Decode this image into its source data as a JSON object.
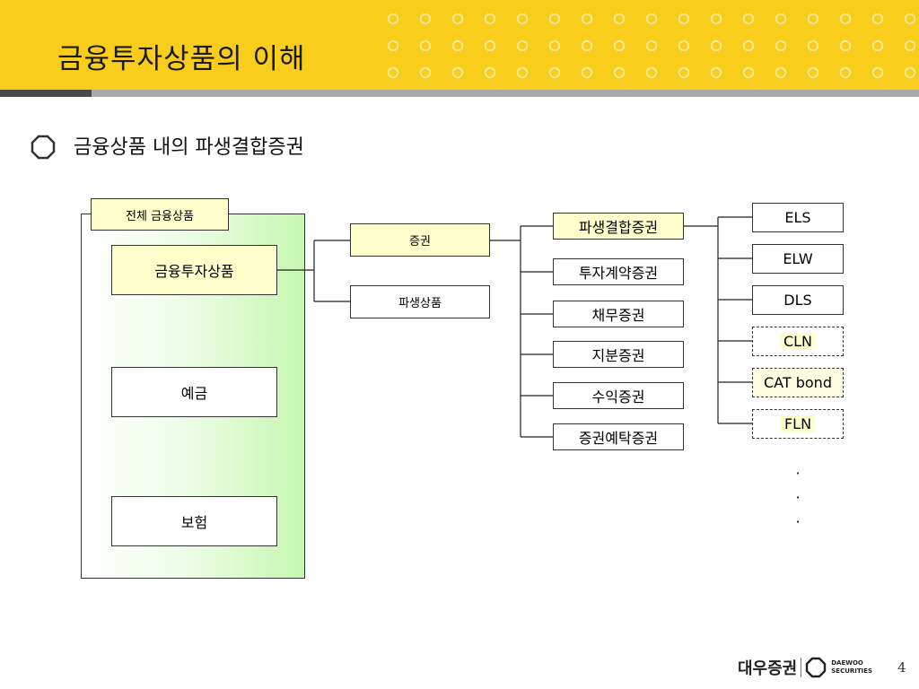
{
  "header": {
    "title": "금융투자상품의 이해"
  },
  "subtitle": "금융상품 내의 파생결합증권",
  "panel": {
    "tab_label": "전체 금융상품",
    "items": [
      "금융투자상품",
      "예금",
      "보험"
    ]
  },
  "level2": [
    "증권",
    "파생상품"
  ],
  "securities": [
    "파생결합증권",
    "투자계약증권",
    "채무증권",
    "지분증권",
    "수익증권",
    "증권예탁증권"
  ],
  "derivative_linked": [
    "ELS",
    "ELW",
    "DLS",
    "CLN",
    "CAT bond",
    "FLN"
  ],
  "continuation": [
    "·",
    "·",
    "·"
  ],
  "footer": {
    "logo_ko": "대우증권",
    "logo_en_line1": "DAEWOO",
    "logo_en_line2": "SECURITIES",
    "page": "4"
  }
}
